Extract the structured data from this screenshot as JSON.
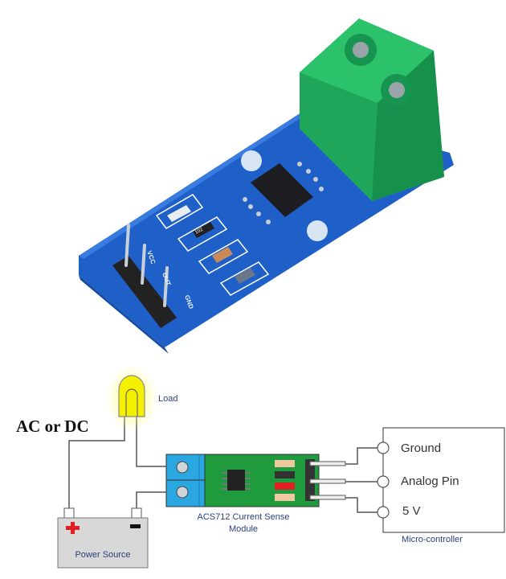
{
  "photo": {
    "pin_labels": [
      "VCC",
      "OUT",
      "GND"
    ],
    "resistor_marking": "102"
  },
  "diagram": {
    "supply_label": "AC or DC",
    "load_label": "Load",
    "module_label_line1": "ACS712 Current Sense",
    "module_label_line2": "Module",
    "power_source_label": "Power Source",
    "microcontroller_label": "Micro-controller",
    "pins": [
      "Ground",
      "Analog Pin",
      "5 V"
    ]
  },
  "colors": {
    "pcb_blue": "#1f5fc8",
    "terminal_green": "#1fa65a",
    "module_green": "#1f9a3c",
    "terminal_blue": "#2aa6e0",
    "bulb_yellow": "#f5f000",
    "battery_gray": "#d8d8d8",
    "plus_red": "#e02020"
  }
}
